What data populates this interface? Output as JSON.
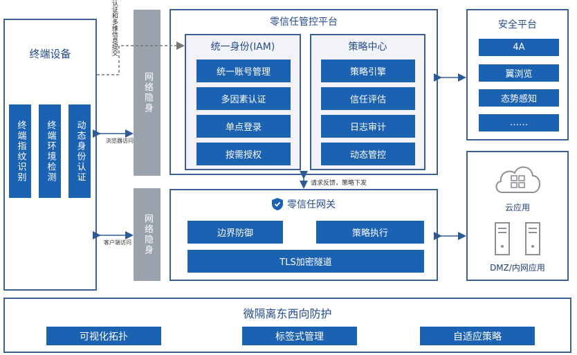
{
  "terminal": {
    "title": "终端设备",
    "items": [
      "终端指纹识别",
      "终端环境检测",
      "动态身份认证"
    ]
  },
  "gateways": {
    "top": "网络隐身",
    "bottom": "网络隐身"
  },
  "annotations": {
    "auth_submit": "认证和多维信息提交",
    "browser_access": "浏览器访问",
    "client_access": "客户端访问",
    "request_feedback": "请求反馈，策略下发"
  },
  "control_platform": {
    "title": "零信任管控平台",
    "iam": {
      "title": "统一身份(IAM)",
      "items": [
        "统一账号管理",
        "多因素认证",
        "单点登录",
        "按需授权"
      ]
    },
    "policy": {
      "title": "策略中心",
      "items": [
        "策略引擎",
        "信任评估",
        "日志审计",
        "动态管控"
      ]
    }
  },
  "zt_gateway": {
    "title": "零信任网关",
    "items": [
      "边界防御",
      "策略执行"
    ],
    "tunnel": "TLS加密隧道"
  },
  "security_platform": {
    "title": "安全平台",
    "items": [
      "4A",
      "翼浏览",
      "态势感知",
      "……"
    ]
  },
  "resources": {
    "cloud": "云应用",
    "dmz": "DMZ/内网应用"
  },
  "micro": {
    "title": "微隔离东西向防护",
    "items": [
      "可视化拓扑",
      "标签式管理",
      "自适应策略"
    ]
  },
  "colors": {
    "accent": "#1c62b3",
    "border": "#3c5f94",
    "gray": "#9aa3ad"
  }
}
